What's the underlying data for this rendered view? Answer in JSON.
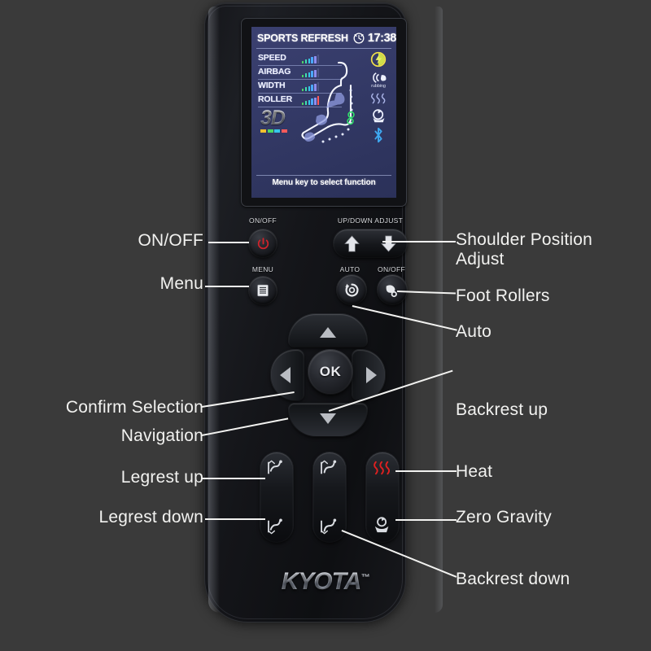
{
  "meta": {
    "scene": "massage-chair-remote-control-annotated-diagram",
    "background_color": "#3a3a3a"
  },
  "device": {
    "brand": "KYOTA",
    "trademark": "™"
  },
  "display": {
    "program_title": "SPORTS REFRESH",
    "clock_icon": "clock-icon",
    "time": "17:38",
    "status_text": "Menu key to select function",
    "logo_3d": "3D",
    "parameters": [
      {
        "label": "SPEED",
        "level": 5,
        "bars": 6
      },
      {
        "label": "AIRBAG",
        "level": 5,
        "bars": 6
      },
      {
        "label": "WIDTH",
        "level": 5,
        "bars": 6
      },
      {
        "label": "ROLLER",
        "level": 6,
        "bars": 6
      }
    ],
    "bar_colors": [
      "#4cd964",
      "#3fe0b0",
      "#36c7ea",
      "#4aa8ff",
      "#8e8ef0",
      "#ff5a5a"
    ],
    "side_icons": [
      {
        "name": "intensity-circle-icon",
        "caption": ""
      },
      {
        "name": "rubbing-hand-icon",
        "caption": "rubbing"
      },
      {
        "name": "heat-waves-icon",
        "caption": ""
      },
      {
        "name": "roller-rotation-icon",
        "caption": ""
      },
      {
        "name": "bluetooth-icon",
        "caption": ""
      }
    ],
    "figure_alt": "seated-person-massage-figure"
  },
  "remote_labels": {
    "on_off": "ON/OFF",
    "up_down_adjust": "UP/DOWN ADJUST",
    "menu": "MENU",
    "auto": "AUTO",
    "foot_on_off": "ON/OFF",
    "ok": "OK"
  },
  "annotations": {
    "left": [
      {
        "text": "ON/OFF",
        "target": "power-button"
      },
      {
        "text": "Menu",
        "target": "menu-button"
      },
      {
        "text": "Confirm Selection",
        "target": "ok-button"
      },
      {
        "text": "Navigation",
        "target": "dpad"
      },
      {
        "text": "Legrest up",
        "target": "legrest-up-button"
      },
      {
        "text": "Legrest down",
        "target": "legrest-down-button"
      }
    ],
    "right": [
      {
        "text": "Shoulder Position\nAdjust",
        "target": "up-down-adjust-buttons"
      },
      {
        "text": "Foot Rollers",
        "target": "foot-roller-button"
      },
      {
        "text": "Auto",
        "target": "auto-button"
      },
      {
        "text": "Backrest up",
        "target": "backrest-up-button"
      },
      {
        "text": "Heat",
        "target": "heat-button"
      },
      {
        "text": "Zero Gravity",
        "target": "zero-gravity-button"
      },
      {
        "text": "Backrest down",
        "target": "backrest-down-button"
      }
    ]
  },
  "colors": {
    "annotation_text": "#f2f2f0",
    "leader_line": "#f2f2f0",
    "power_icon": "#d0232b",
    "heat_icon": "#e02020",
    "lcd_background": "#353b66",
    "brand_silver": "#c9cfdb"
  }
}
